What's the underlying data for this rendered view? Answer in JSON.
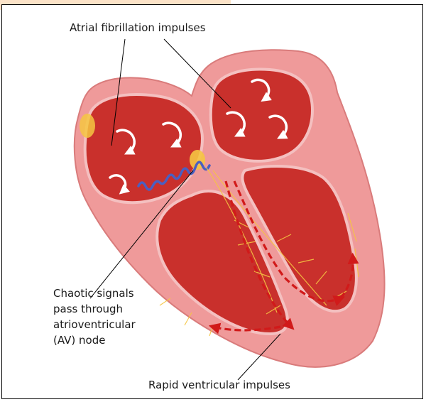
{
  "diagram": {
    "labels": {
      "atrial_fibrillation": "Atrial fibrillation impulses",
      "chaotic_signals_line1": "Chaotic signals",
      "chaotic_signals_line2": "pass through",
      "chaotic_signals_line3": "atrioventricular",
      "chaotic_signals_line4": "(AV) node",
      "rapid_ventricular": "Rapid ventricular impulses"
    },
    "colors": {
      "heart_outer": "#ef9a9a",
      "heart_wall": "#f4b4b4",
      "chamber": "#c9302c",
      "chamber_dark": "#a82420",
      "node_yellow": "#f5c542",
      "wave_blue": "#4a5fc1",
      "impulse_red": "#d11a1a",
      "frame_tab": "#fce3c8"
    }
  }
}
